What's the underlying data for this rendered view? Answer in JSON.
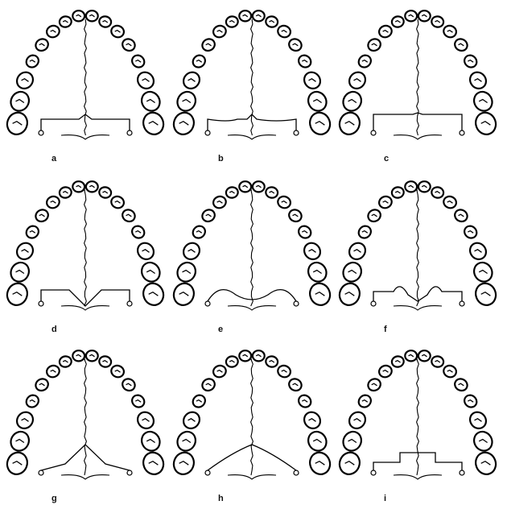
{
  "figure": {
    "panels": [
      {
        "id": "a",
        "label": "a",
        "outline": "bracket"
      },
      {
        "id": "b",
        "label": "b",
        "outline": "wavy-bracket"
      },
      {
        "id": "c",
        "label": "c",
        "outline": "high-bracket"
      },
      {
        "id": "d",
        "label": "d",
        "outline": "v-notch"
      },
      {
        "id": "e",
        "label": "e",
        "outline": "m-arch"
      },
      {
        "id": "f",
        "label": "f",
        "outline": "double-hump"
      },
      {
        "id": "g",
        "label": "g",
        "outline": "peaked-flat"
      },
      {
        "id": "h",
        "label": "h",
        "outline": "peaked-arch"
      },
      {
        "id": "i",
        "label": "i",
        "outline": "stepped"
      }
    ]
  }
}
